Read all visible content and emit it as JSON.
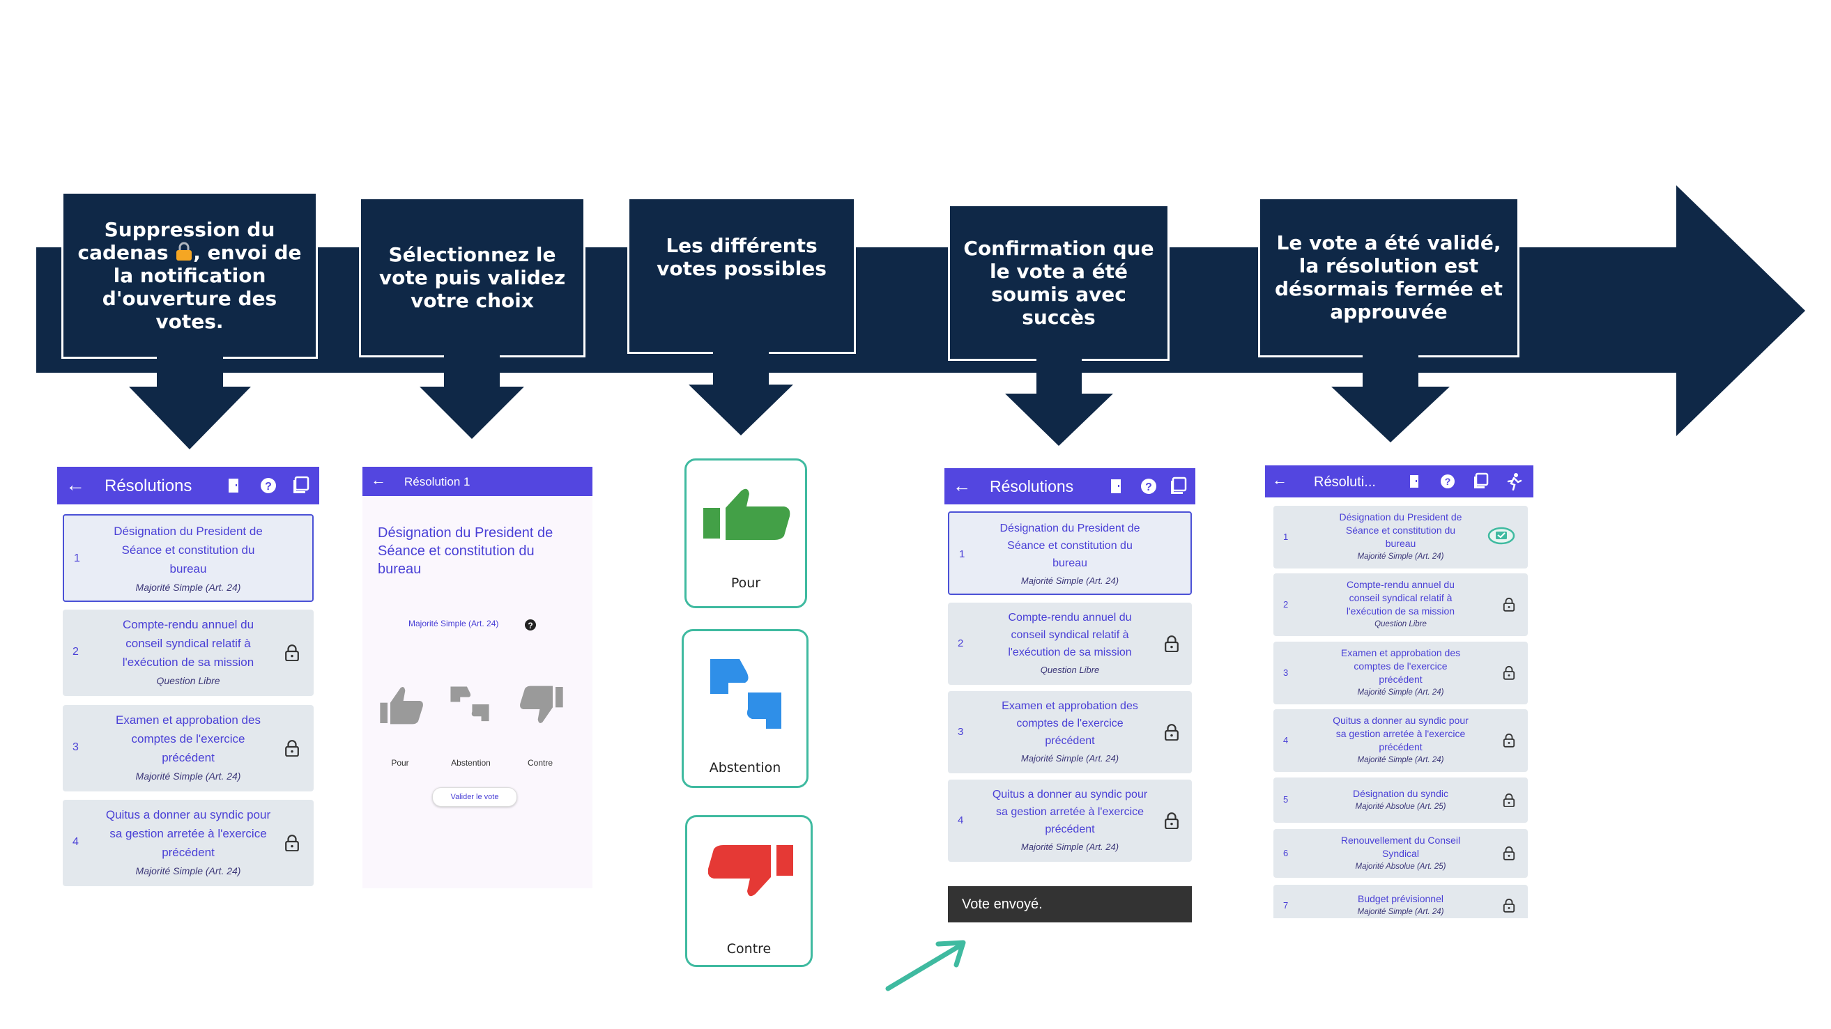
{
  "colors": {
    "navy": "#0f2847",
    "purple": "#5346e0",
    "card_text": "#4a40d6",
    "teal": "#3fbaa0",
    "green": "#43a047",
    "blue": "#2f8fe8",
    "red": "#e53935"
  },
  "callouts": [
    {
      "before": "Suppression du cadenas",
      "lock_icon": "lock-emoji",
      "after": ", envoi de la notification d'ouverture des votes."
    },
    {
      "text": "Sélectionnez le vote puis validez votre choix"
    },
    {
      "text": "Les différents votes possibles"
    },
    {
      "text": "Confirmation que le vote a été soumis avec succès"
    },
    {
      "text": "Le vote a été validé, la résolution est désormais fermée et approuvée"
    }
  ],
  "screen1": {
    "title": "Résolutions",
    "icons": [
      "back-arrow-icon",
      "door-icon",
      "help-icon",
      "pdf-icon"
    ],
    "items": [
      {
        "num": "1",
        "lines": [
          "Désignation du President de",
          "Séance et constitution du",
          "bureau"
        ],
        "majority": "Majorité Simple (Art. 24)",
        "locked": false
      },
      {
        "num": "2",
        "lines": [
          "Compte-rendu annuel du",
          "conseil syndical relatif à",
          "l'exécution de sa mission"
        ],
        "majority": "Question Libre",
        "locked": true
      },
      {
        "num": "3",
        "lines": [
          "Examen et approbation des",
          "comptes de l'exercice",
          "précédent"
        ],
        "majority": "Majorité Simple (Art. 24)",
        "locked": true
      },
      {
        "num": "4",
        "lines": [
          "Quitus a donner au syndic pour",
          "sa gestion arretée à l'exercice",
          "précédent"
        ],
        "majority": "Majorité Simple (Art. 24)",
        "locked": true
      }
    ]
  },
  "screen2": {
    "title": "Résolution 1",
    "heading_lines": [
      "Désignation du President de",
      "Séance et constitution du",
      "bureau"
    ],
    "majority": "Majorité Simple (Art. 24)",
    "options": [
      "Pour",
      "Abstention",
      "Contre"
    ],
    "submit": "Valider le vote"
  },
  "votes": [
    {
      "label": "Pour",
      "icon": "thumbs-up-icon",
      "color": "#43a047"
    },
    {
      "label": "Abstention",
      "icon": "thumbs-sideways-icon",
      "color": "#2f8fe8"
    },
    {
      "label": "Contre",
      "icon": "thumbs-down-icon",
      "color": "#e53935"
    }
  ],
  "screen4": {
    "title": "Résolutions",
    "items": [
      {
        "num": "1",
        "lines": [
          "Désignation du President de",
          "Séance et constitution du",
          "bureau"
        ],
        "majority": "Majorité Simple (Art. 24)",
        "locked": false
      },
      {
        "num": "2",
        "lines": [
          "Compte-rendu annuel du",
          "conseil syndical relatif à",
          "l'exécution de sa mission"
        ],
        "majority": "Question Libre",
        "locked": true
      },
      {
        "num": "3",
        "lines": [
          "Examen et approbation des",
          "comptes de l'exercice",
          "précédent"
        ],
        "majority": "Majorité Simple (Art. 24)",
        "locked": true
      },
      {
        "num": "4",
        "lines": [
          "Quitus a donner au syndic pour",
          "sa gestion arretée à l'exercice",
          "précédent"
        ],
        "majority": "Majorité Simple (Art. 24)",
        "locked": true
      }
    ],
    "toast": "Vote envoyé."
  },
  "screen5": {
    "title": "Résoluti...",
    "items": [
      {
        "num": "1",
        "lines": [
          "Désignation du President de",
          "Séance et constitution du",
          "bureau"
        ],
        "majority": "Majorité Simple (Art. 24)",
        "status": "approved"
      },
      {
        "num": "2",
        "lines": [
          "Compte-rendu annuel du",
          "conseil syndical relatif à",
          "l'exécution de sa mission"
        ],
        "majority": "Question Libre",
        "status": "locked"
      },
      {
        "num": "3",
        "lines": [
          "Examen et approbation des",
          "comptes de l'exercice",
          "précédent"
        ],
        "majority": "Majorité Simple (Art. 24)",
        "status": "locked"
      },
      {
        "num": "4",
        "lines": [
          "Quitus a donner au syndic pour",
          "sa gestion arretée à l'exercice",
          "précédent"
        ],
        "majority": "Majorité Simple (Art. 24)",
        "status": "locked"
      },
      {
        "num": "5",
        "lines": [
          "Désignation du syndic"
        ],
        "majority": "Majorité Absolue (Art. 25)",
        "status": "locked"
      },
      {
        "num": "6",
        "lines": [
          "Renouvellement du Conseil",
          "Syndical"
        ],
        "majority": "Majorité Absolue (Art. 25)",
        "status": "locked"
      },
      {
        "num": "7",
        "lines": [
          "Budget prévisionnel"
        ],
        "majority": "Majorité Simple (Art. 24)",
        "status": "locked"
      }
    ]
  }
}
